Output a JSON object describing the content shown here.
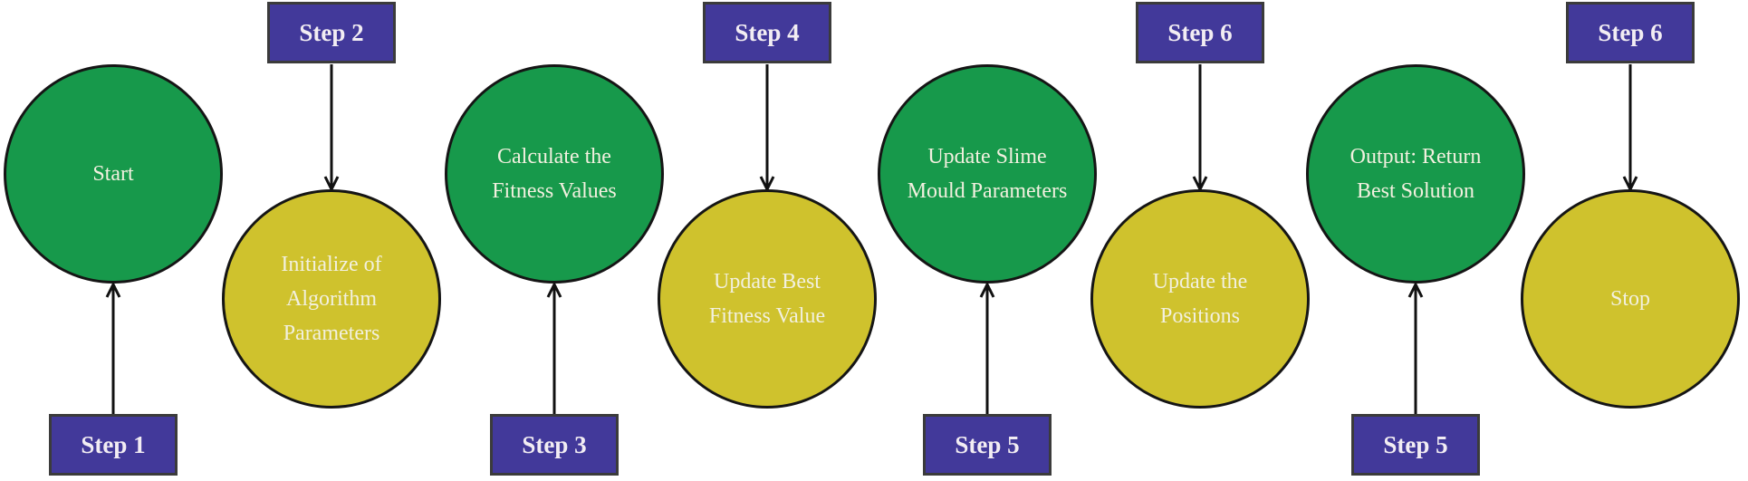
{
  "colors": {
    "circle_green": "#17994b",
    "circle_yellow": "#cfc22d",
    "step_box": "#42399a",
    "step_box_border": "#3b3b3b",
    "circle_outline": "#151515",
    "arrow": "#111111",
    "circle_text": "#f2f0df",
    "step_text": "#f2edf3",
    "background": "#ffffff"
  },
  "diagram": {
    "type": "flowchart",
    "nodes": [
      {
        "label": "Start",
        "step": "Step 1",
        "circle_color": "green",
        "step_position": "bottom"
      },
      {
        "label": "Initialize of\nAlgorithm\nParameters",
        "step": "Step 2",
        "circle_color": "yellow",
        "step_position": "top"
      },
      {
        "label": "Calculate the\nFitness Values",
        "step": "Step 3",
        "circle_color": "green",
        "step_position": "bottom"
      },
      {
        "label": "Update Best\nFitness Value",
        "step": "Step 4",
        "circle_color": "yellow",
        "step_position": "top"
      },
      {
        "label": "Update Slime\nMould Parameters",
        "step": "Step 5",
        "circle_color": "green",
        "step_position": "bottom"
      },
      {
        "label": "Update the\nPositions",
        "step": "Step 6",
        "circle_color": "yellow",
        "step_position": "top"
      },
      {
        "label": "Output: Return\nBest Solution",
        "step": "Step 5",
        "circle_color": "green",
        "step_position": "bottom"
      },
      {
        "label": "Stop",
        "step": "Step 6",
        "circle_color": "yellow",
        "step_position": "top"
      }
    ]
  }
}
